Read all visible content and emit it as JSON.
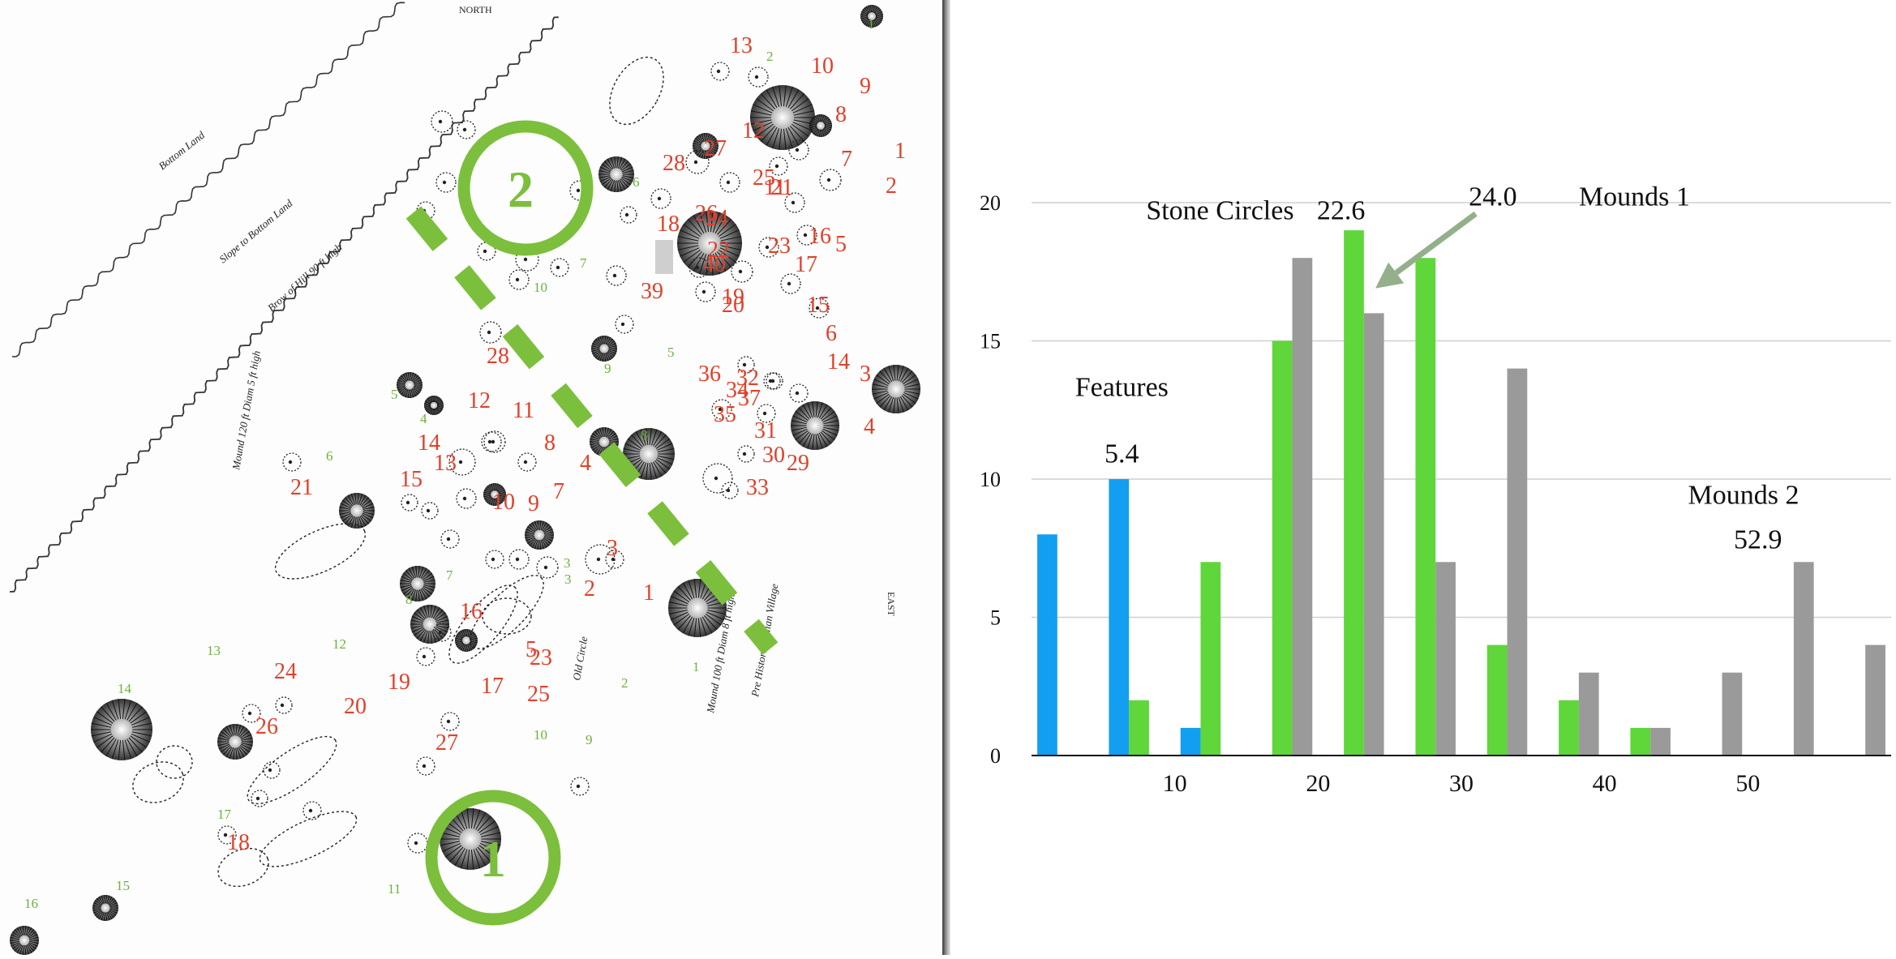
{
  "map": {
    "compass_label": "NORTH",
    "east_label": "EAST",
    "zone_markers": [
      {
        "label": "1"
      },
      {
        "label": "2"
      }
    ],
    "handwritten_notes": [
      "Bottom Land",
      "Slope to Bottom Land",
      "Brow of Hill 90 ft high",
      "Pre Historic Indian Village",
      "Old Circle",
      "Mound 100 ft Diam 8 ft high",
      "Mound 120 ft Diam 5 ft high"
    ],
    "red_numbers": [
      "13",
      "10",
      "9",
      "8",
      "7",
      "1",
      "2",
      "12",
      "11",
      "28",
      "27",
      "24",
      "25",
      "26",
      "21",
      "22",
      "23",
      "17",
      "16",
      "18",
      "40",
      "39",
      "20",
      "19",
      "15",
      "6",
      "5",
      "28",
      "36",
      "32",
      "34",
      "14",
      "35",
      "31",
      "37",
      "30",
      "29",
      "3",
      "4",
      "12",
      "11",
      "8",
      "14",
      "13",
      "15",
      "10",
      "9",
      "7",
      "4",
      "21",
      "3",
      "2",
      "1",
      "33",
      "16",
      "17",
      "19",
      "5",
      "23",
      "24",
      "20",
      "25",
      "27",
      "26",
      "18"
    ],
    "green_numbers": [
      "1",
      "2",
      "6",
      "7",
      "10",
      "5",
      "9",
      "8",
      "5",
      "4",
      "6",
      "7",
      "3",
      "13",
      "12",
      "14",
      "8",
      "17",
      "15",
      "16",
      "11",
      "10",
      "9",
      "2",
      "3",
      "1"
    ]
  },
  "chart_data": {
    "type": "bar",
    "x": [
      2.5,
      7.5,
      12.5,
      17.5,
      22.5,
      27.5,
      32.5,
      37.5,
      42.5,
      47.5,
      52.5,
      57.5
    ],
    "x_ticks": [
      "10",
      "20",
      "30",
      "40",
      "50"
    ],
    "x_tick_values": [
      10,
      20,
      30,
      40,
      50
    ],
    "xlim": [
      0,
      60
    ],
    "y_ticks": [
      "0",
      "5",
      "10",
      "15",
      "20"
    ],
    "ylim": [
      0,
      20
    ],
    "grid": "horizontal",
    "series": [
      {
        "color": "#139ff1",
        "values": [
          8,
          10,
          1,
          0,
          0,
          0,
          0,
          0,
          0,
          0,
          0,
          0
        ]
      },
      {
        "color": "#5fd63a",
        "values": [
          0,
          2,
          7,
          15,
          19,
          18,
          4,
          2,
          1,
          0,
          0,
          0
        ]
      },
      {
        "color": "#9a9a9a",
        "values": [
          0,
          0,
          0,
          18,
          16,
          7,
          14,
          3,
          1,
          3,
          7,
          4
        ]
      }
    ],
    "annotations": [
      {
        "text": "Features",
        "x": 6.3,
        "y": 13.0,
        "anchor": "middle"
      },
      {
        "text": "5.4",
        "x": 6.3,
        "y": 10.6,
        "anchor": "middle"
      },
      {
        "text": "Stone Circles",
        "x": 8.0,
        "y": 19.4,
        "anchor": "start"
      },
      {
        "text": "22.6",
        "x": 21.6,
        "y": 19.4,
        "anchor": "middle"
      },
      {
        "text": "24.0",
        "x": 32.2,
        "y": 19.9,
        "anchor": "middle"
      },
      {
        "text": "Mounds 1",
        "x": 38.2,
        "y": 19.9,
        "anchor": "start"
      },
      {
        "text": "Mounds 2",
        "x": 49.7,
        "y": 9.1,
        "anchor": "middle"
      },
      {
        "text": "52.9",
        "x": 50.7,
        "y": 7.5,
        "anchor": "middle"
      }
    ],
    "arrow": {
      "from": [
        31.0,
        19.6
      ],
      "to": [
        24.0,
        16.9
      ],
      "color": "#93b08a"
    }
  }
}
